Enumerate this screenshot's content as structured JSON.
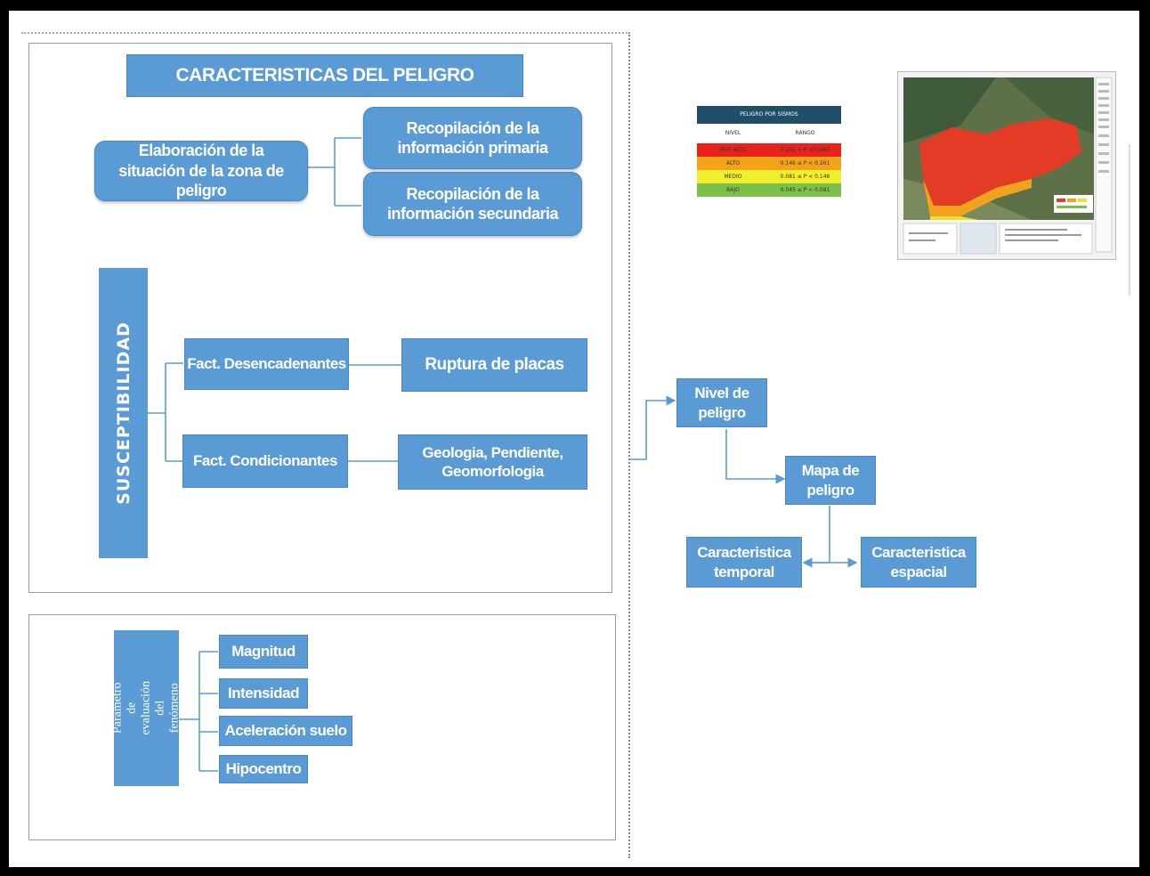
{
  "characteristics": {
    "title": "CARACTERISTICAS DEL PELIGRO",
    "situation": "Elaboración de la situación de la zona de peligro",
    "primary_info": "Recopilación de la información primaria",
    "secondary_info": "Recopilación de la información secundaria"
  },
  "susceptibility": {
    "label": "SUSCEPTIBILIDAD",
    "triggering": "Fact. Desencadenantes",
    "conditioning": "Fact. Condicionantes",
    "plate_rupture": "Ruptura de placas",
    "geology": "Geologia, Pendiente, Geomorfologia"
  },
  "parameters": {
    "label": "Parametro de evaluación del fenómeno",
    "items": [
      "Magnitud",
      "Intensidad",
      "Aceleración suelo",
      "Hipocentro"
    ]
  },
  "flow": {
    "level": "Nivel de peligro",
    "map": "Mapa de peligro",
    "temporal": "Caracteristica temporal",
    "spatial": "Caracteristica espacial"
  },
  "legend": {
    "title": "PELIGRO POR SISMOS",
    "col_level": "NIVEL",
    "col_range": "RANGO",
    "rows": [
      {
        "level": "MUY ALTO",
        "range": "0.261 < P ≤ 0.463",
        "color": "#e8231e"
      },
      {
        "level": "ALTO",
        "range": "0.146 ≤ P < 0.261",
        "color": "#f5a21b"
      },
      {
        "level": "MEDIO",
        "range": "0.081 ≤ P < 0.146",
        "color": "#f2ee2c"
      },
      {
        "level": "BAJO",
        "range": "0.045 ≤ P < 0.081",
        "color": "#7cc04a"
      }
    ]
  },
  "colors": {
    "box_fill": "#5b9bd5",
    "connector": "#5b9bd5",
    "legend_header": "#1f4e68"
  }
}
